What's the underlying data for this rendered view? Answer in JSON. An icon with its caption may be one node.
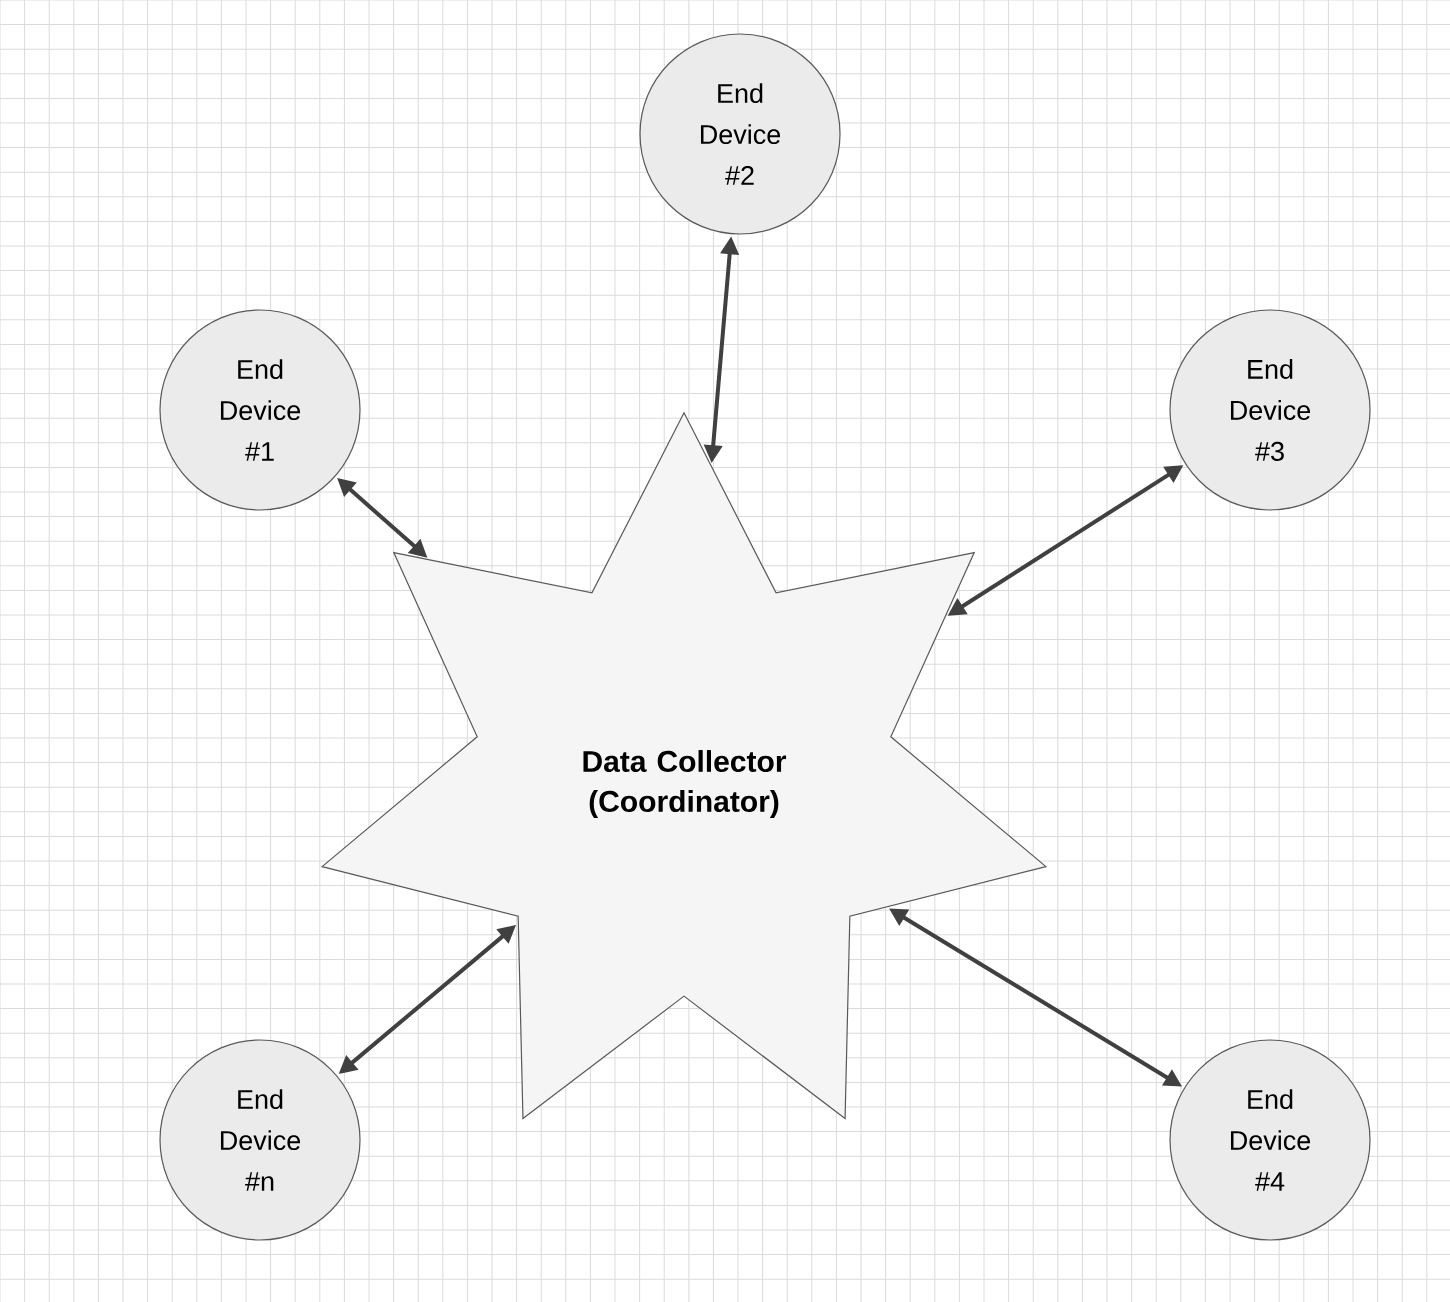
{
  "diagram": {
    "nodes": [
      {
        "text": [
          "End Device #2"
        ]
      },
      {
        "text": [
          "End Device #1"
        ]
      },
      {
        "text": [
          "End Device #3"
        ]
      },
      {
        "text": [
          "Data Collector (Coordinator)"
        ]
      },
      {
        "text": [
          "End Device #n"
        ]
      },
      {
        "text": [
          "End Device #4"
        ]
      }
    ],
    "edges": [
      {
        "from": 0,
        "to": 3,
        "arrow": "both"
      },
      {
        "from": 1,
        "to": 3,
        "arrow": "both"
      },
      {
        "from": 2,
        "to": 3,
        "arrow": "both"
      },
      {
        "from": 4,
        "to": 3,
        "arrow": "both"
      },
      {
        "from": 5,
        "to": 3,
        "arrow": "both"
      }
    ]
  }
}
